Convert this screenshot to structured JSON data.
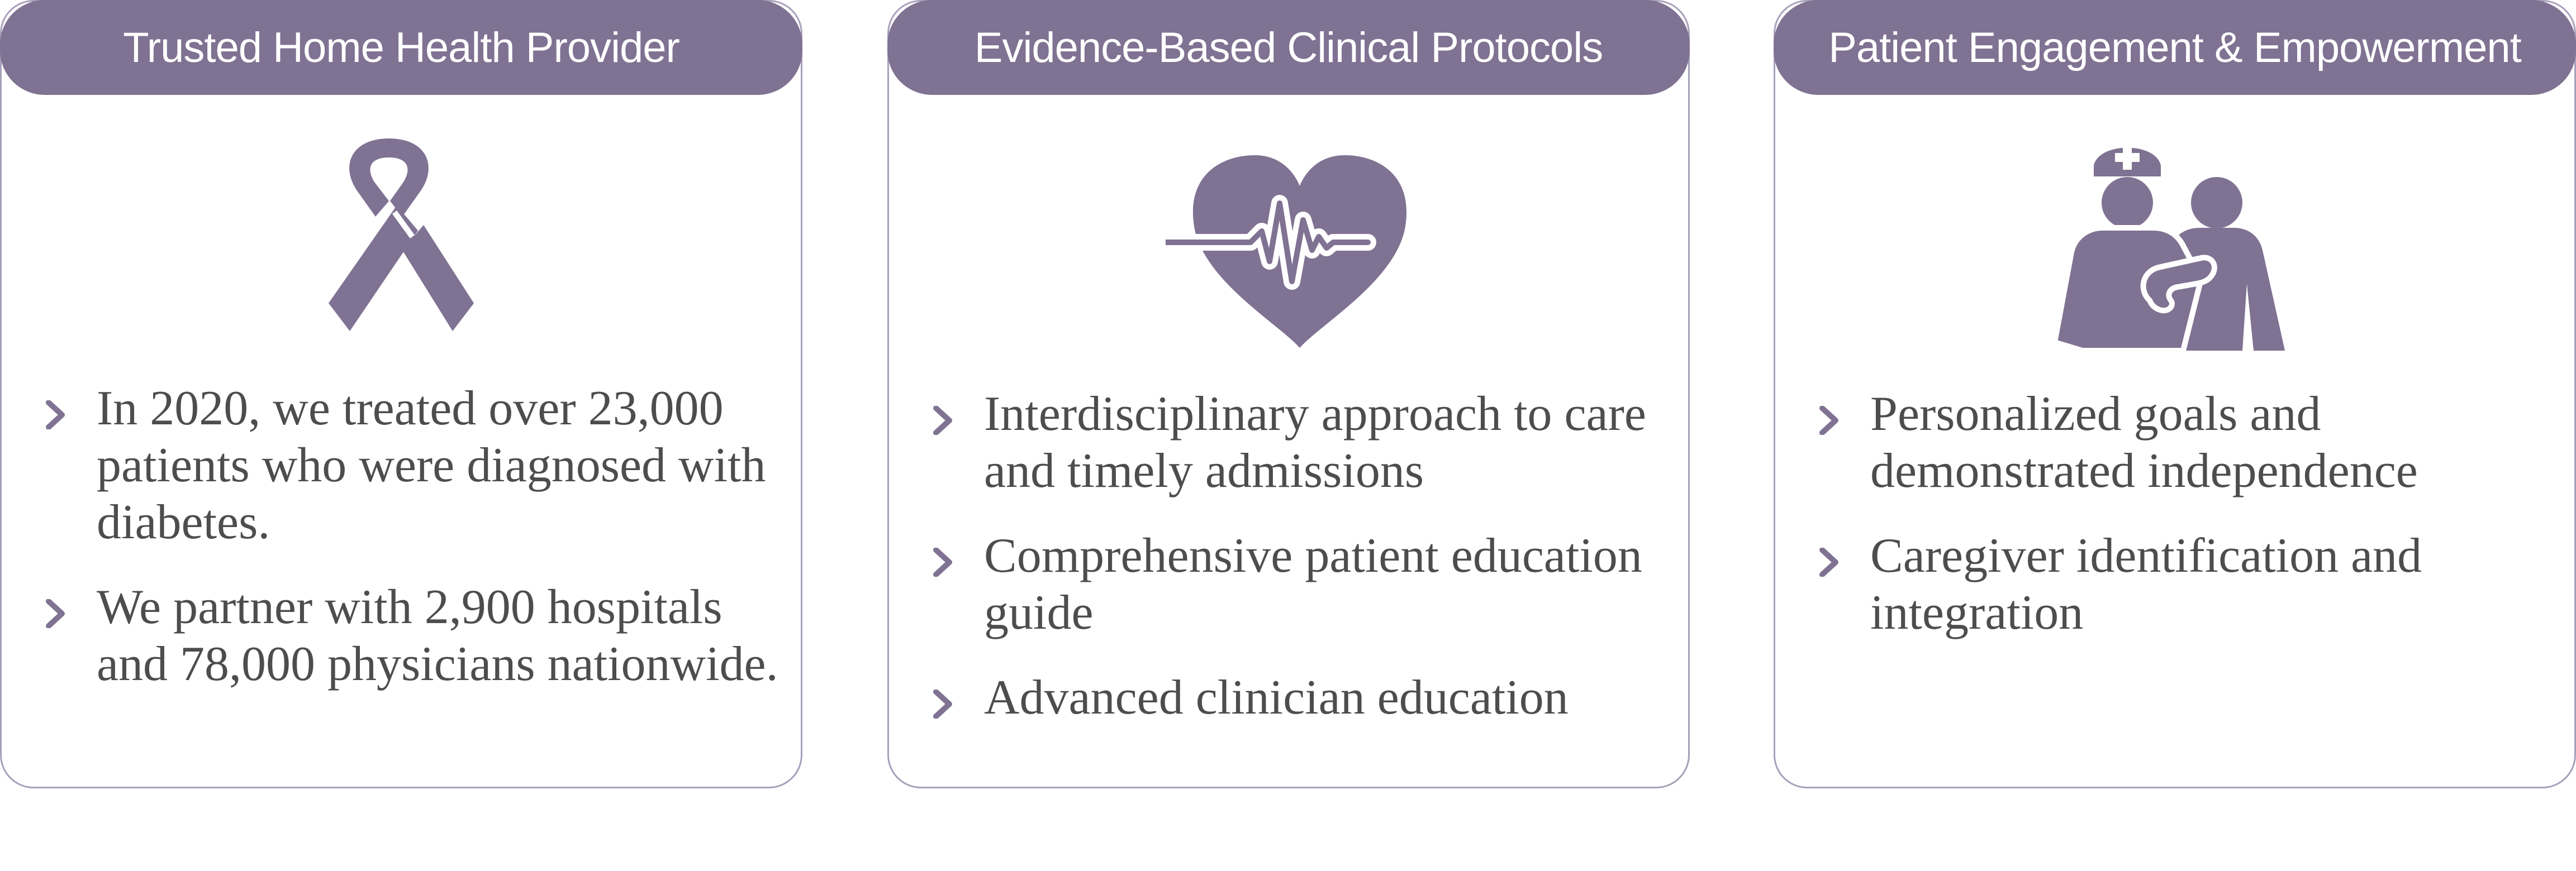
{
  "colors": {
    "accent": "#7f7292",
    "border": "#a8a0ba",
    "text": "#4d4d4f",
    "background": "#ffffff"
  },
  "cards": [
    {
      "title": "Trusted Home Health Provider",
      "icon": "awareness-ribbon-icon",
      "bullets": [
        "In 2020, we treated over 23,000 patients who were diagnosed with diabetes.",
        "We partner with 2,900 hospitals and 78,000 physicians nationwide."
      ]
    },
    {
      "title": "Evidence-Based Clinical Protocols",
      "icon": "heart-pulse-icon",
      "bullets": [
        "Interdisciplinary approach to care and timely admissions",
        "Comprehensive patient education guide",
        "Advanced clinician education"
      ]
    },
    {
      "title": "Patient Engagement & Empowerment",
      "icon": "nurse-and-patient-icon",
      "bullets": [
        "Personalized goals and demonstrated independence",
        "Caregiver identification and integration"
      ]
    }
  ]
}
